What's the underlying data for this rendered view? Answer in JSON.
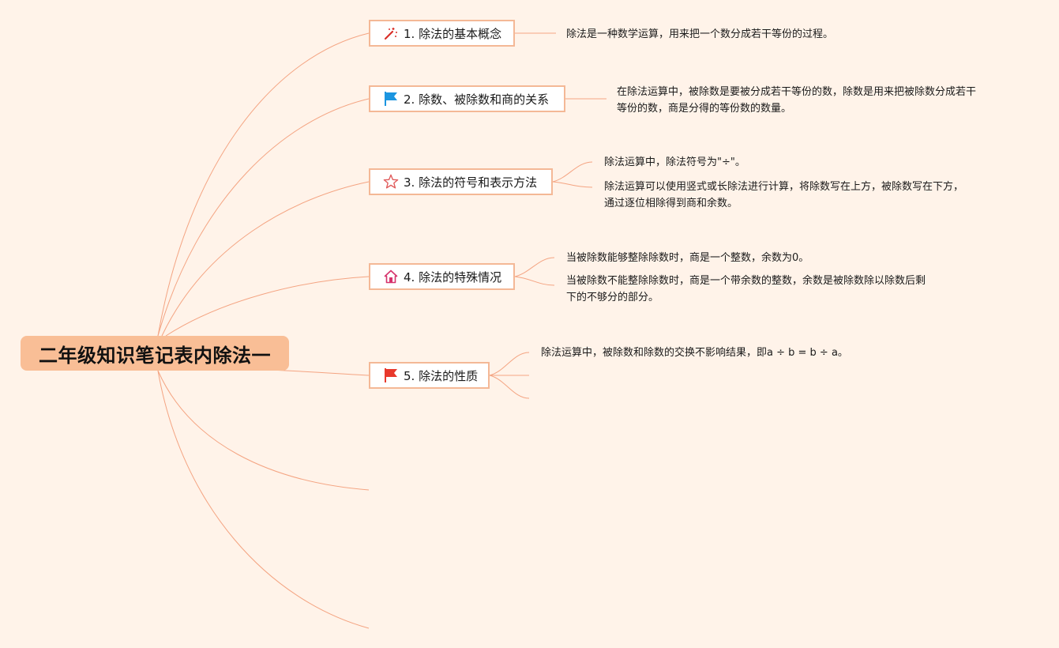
{
  "mindmap": {
    "root": {
      "label": "二年级知识笔记表内除法一"
    },
    "topics": [
      {
        "label": "1. 除法的基本概念",
        "icon": "magic-wand-icon",
        "details": [
          "除法是一种数学运算，用来把一个数分成若干等份的过程。"
        ]
      },
      {
        "label": "2. 除数、被除数和商的关系",
        "icon": "blue-flag-icon",
        "details": [
          [
            "在除法运算中，被除数是要被分成若干等份的数，除数是用来把被除数分成若干",
            "等份的数，商是分得的等份数的数量。"
          ]
        ]
      },
      {
        "label": "3. 除法的符号和表示方法",
        "icon": "star-icon",
        "details": [
          "除法运算中，除法符号为\"÷\"。",
          [
            "除法运算可以使用竖式或长除法进行计算，将除数写在上方，被除数写在下方，",
            "通过逐位相除得到商和余数。"
          ]
        ]
      },
      {
        "label": "4. 除法的特殊情况",
        "icon": "house-icon",
        "details": [
          "当被除数能够整除除数时，商是一个整数，余数为0。",
          [
            "当被除数不能整除除数时，商是一个带余数的整数，余数是被除数除以除数后剩",
            "下的不够分的部分。"
          ]
        ]
      },
      {
        "label": "5. 除法的性质",
        "icon": "red-flag-icon",
        "details": [
          "除法运算中，被除数和除数的交换不影响结果，即a ÷ b = b ÷ a。"
        ]
      }
    ]
  },
  "colors": {
    "background": "#fff3e9",
    "root_fill": "#f9be96",
    "topic_border": "#f4b896",
    "connector": "#f4a482",
    "blue_flag": "#1b95e0",
    "red_flag": "#e8392c",
    "wand": "#d9302a",
    "star": "#e05a5a",
    "house": "#d6336c"
  }
}
